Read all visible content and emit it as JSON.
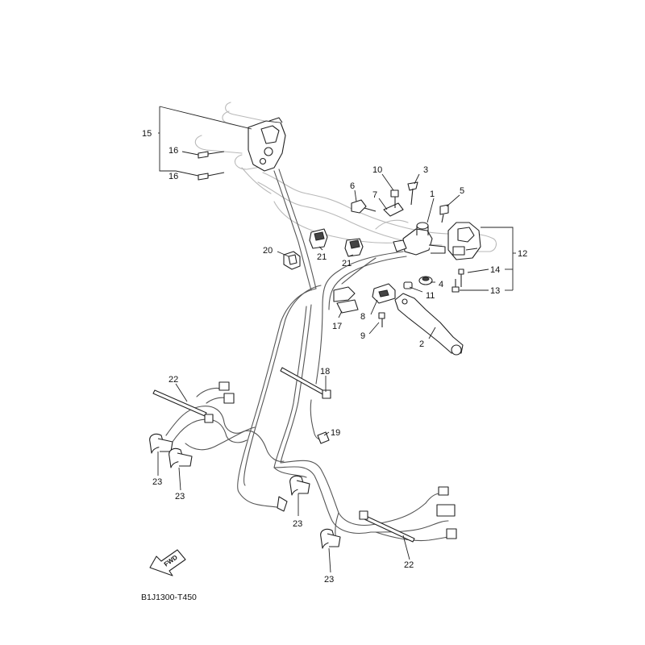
{
  "diagram": {
    "code": "B1J1300-T450",
    "fwd_label": "FWD",
    "callouts": {
      "c1": "1",
      "c2": "2",
      "c3": "3",
      "c4": "4",
      "c5": "5",
      "c6": "6",
      "c7": "7",
      "c8": "8",
      "c9": "9",
      "c10": "10",
      "c11": "11",
      "c12": "12",
      "c13": "13",
      "c14": "14",
      "c15": "15",
      "c16a": "16",
      "c16b": "16",
      "c17": "17",
      "c18": "18",
      "c19": "19",
      "c20": "20",
      "c21a": "21",
      "c21b": "21",
      "c22a": "22",
      "c22b": "22",
      "c23a": "23",
      "c23b": "23",
      "c23c": "23",
      "c23d": "23"
    }
  }
}
